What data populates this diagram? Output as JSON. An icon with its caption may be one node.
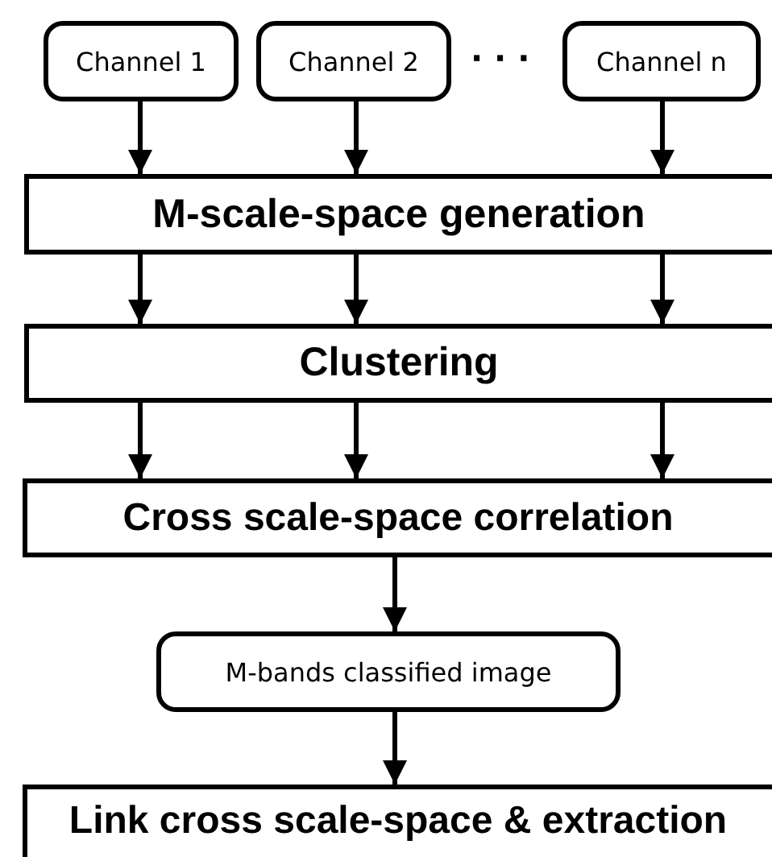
{
  "diagram": {
    "nodes": [
      {
        "text": [
          "Channel 1"
        ]
      },
      {
        "text": [
          "Channel 2"
        ]
      },
      {
        "text": [
          "Channel n"
        ]
      },
      {
        "text": [
          "M-scale-space generation"
        ]
      },
      {
        "text": [
          "Clustering"
        ]
      },
      {
        "text": [
          "Cross scale-space correlation"
        ]
      },
      {
        "text": [
          "M-bands classified image"
        ]
      },
      {
        "text": [
          "Link cross scale-space & extraction"
        ]
      }
    ],
    "edges": [
      {
        "from": 0,
        "to": 3,
        "arrow": "to"
      },
      {
        "from": 1,
        "to": 3,
        "arrow": "to"
      },
      {
        "from": 2,
        "to": 3,
        "arrow": "to"
      },
      {
        "from": 3,
        "to": 4,
        "arrow": "to"
      },
      {
        "from": 3,
        "to": 4,
        "arrow": "to"
      },
      {
        "from": 3,
        "to": 4,
        "arrow": "to"
      },
      {
        "from": 4,
        "to": 5,
        "arrow": "to"
      },
      {
        "from": 4,
        "to": 5,
        "arrow": "to"
      },
      {
        "from": 4,
        "to": 5,
        "arrow": "to"
      },
      {
        "from": 5,
        "to": 6,
        "arrow": "to"
      },
      {
        "from": 6,
        "to": 7,
        "arrow": "to"
      }
    ],
    "labels": [
      "· · ·"
    ]
  }
}
